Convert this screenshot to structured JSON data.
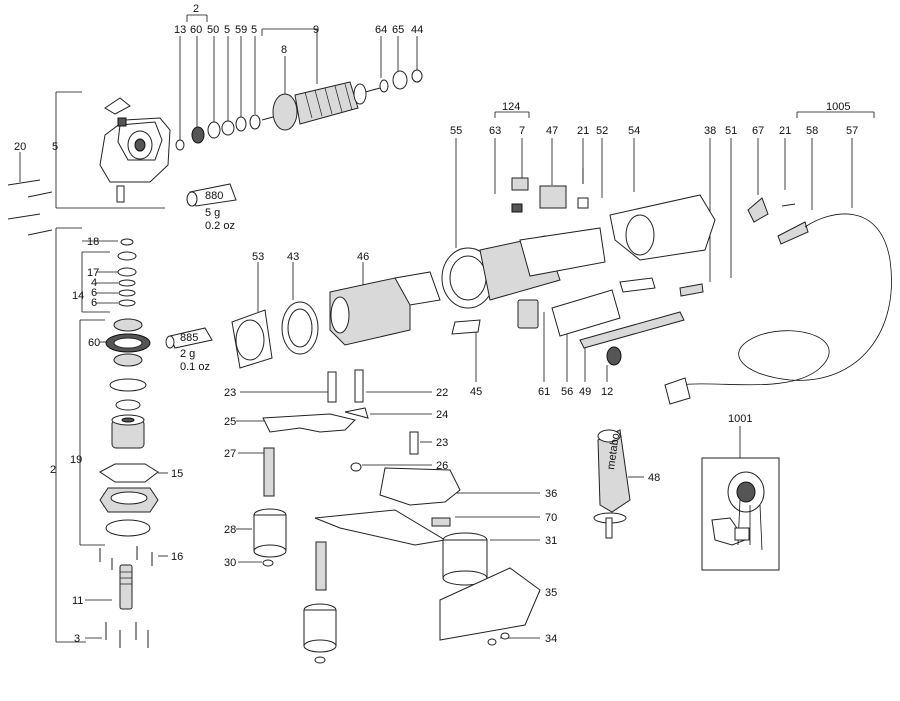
{
  "callouts": [
    {
      "id": "2-top",
      "text": "2"
    },
    {
      "id": "13",
      "text": "13"
    },
    {
      "id": "60-top",
      "text": "60"
    },
    {
      "id": "50",
      "text": "50"
    },
    {
      "id": "5-a",
      "text": "5"
    },
    {
      "id": "59",
      "text": "59"
    },
    {
      "id": "5-b",
      "text": "5"
    },
    {
      "id": "9",
      "text": "9"
    },
    {
      "id": "8",
      "text": "8"
    },
    {
      "id": "64",
      "text": "64"
    },
    {
      "id": "65",
      "text": "65"
    },
    {
      "id": "44",
      "text": "44"
    },
    {
      "id": "5-left",
      "text": "5"
    },
    {
      "id": "20",
      "text": "20"
    },
    {
      "id": "880",
      "text": "880"
    },
    {
      "id": "880-w",
      "text": "5 g"
    },
    {
      "id": "880-oz",
      "text": "0.2 oz"
    },
    {
      "id": "18",
      "text": "18"
    },
    {
      "id": "17",
      "text": "17"
    },
    {
      "id": "14",
      "text": "14"
    },
    {
      "id": "4",
      "text": "4"
    },
    {
      "id": "6-a",
      "text": "6"
    },
    {
      "id": "6-b",
      "text": "6"
    },
    {
      "id": "60-mid",
      "text": "60"
    },
    {
      "id": "885",
      "text": "885"
    },
    {
      "id": "885-w",
      "text": "2 g"
    },
    {
      "id": "885-oz",
      "text": "0.1 oz"
    },
    {
      "id": "19",
      "text": "19"
    },
    {
      "id": "15",
      "text": "15"
    },
    {
      "id": "2-left",
      "text": "2"
    },
    {
      "id": "16",
      "text": "16"
    },
    {
      "id": "11",
      "text": "11"
    },
    {
      "id": "3",
      "text": "3"
    },
    {
      "id": "124",
      "text": "124"
    },
    {
      "id": "63",
      "text": "63"
    },
    {
      "id": "7",
      "text": "7"
    },
    {
      "id": "47",
      "text": "47"
    },
    {
      "id": "21-a",
      "text": "21"
    },
    {
      "id": "52",
      "text": "52"
    },
    {
      "id": "54",
      "text": "54"
    },
    {
      "id": "38",
      "text": "38"
    },
    {
      "id": "51",
      "text": "51"
    },
    {
      "id": "67",
      "text": "67"
    },
    {
      "id": "21-b",
      "text": "21"
    },
    {
      "id": "58",
      "text": "58"
    },
    {
      "id": "57",
      "text": "57"
    },
    {
      "id": "1005",
      "text": "1005"
    },
    {
      "id": "55",
      "text": "55"
    },
    {
      "id": "53",
      "text": "53"
    },
    {
      "id": "43",
      "text": "43"
    },
    {
      "id": "46",
      "text": "46"
    },
    {
      "id": "45",
      "text": "45"
    },
    {
      "id": "61",
      "text": "61"
    },
    {
      "id": "56",
      "text": "56"
    },
    {
      "id": "49",
      "text": "49"
    },
    {
      "id": "12",
      "text": "12"
    },
    {
      "id": "23-a",
      "text": "23"
    },
    {
      "id": "22",
      "text": "22"
    },
    {
      "id": "25",
      "text": "25"
    },
    {
      "id": "24",
      "text": "24"
    },
    {
      "id": "23-b",
      "text": "23"
    },
    {
      "id": "27",
      "text": "27"
    },
    {
      "id": "26",
      "text": "26"
    },
    {
      "id": "36",
      "text": "36"
    },
    {
      "id": "70",
      "text": "70"
    },
    {
      "id": "28",
      "text": "28"
    },
    {
      "id": "31",
      "text": "31"
    },
    {
      "id": "30",
      "text": "30"
    },
    {
      "id": "35",
      "text": "35"
    },
    {
      "id": "34",
      "text": "34"
    },
    {
      "id": "48",
      "text": "48"
    },
    {
      "id": "1001",
      "text": "1001"
    }
  ],
  "handle_brand": "metabo"
}
